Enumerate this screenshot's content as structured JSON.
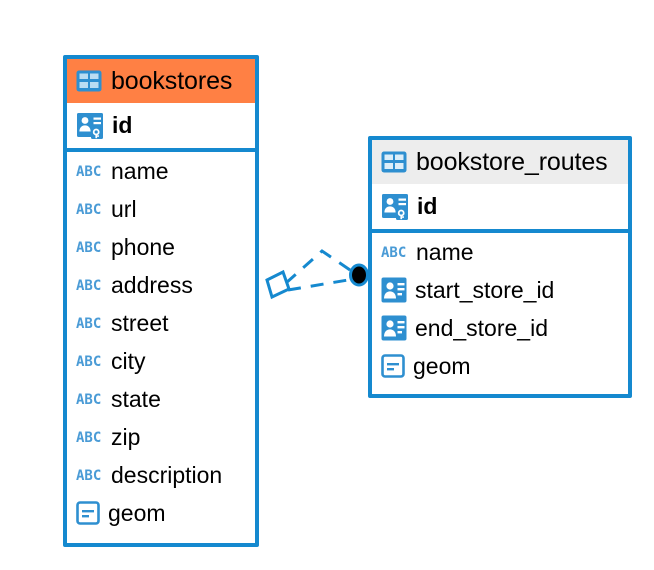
{
  "diagram": {
    "type": "entity-relationship-diagram",
    "background": "#ffffff",
    "colors": {
      "border": "#1589CF",
      "header_accent": "#FF8044",
      "header_neutral": "#EDEDED",
      "icon_blue": "#2E8FD0",
      "abc_blue": "#4A9BD6",
      "text": "#000000",
      "connector": "#1589CF",
      "endpoint_fill": "#000000"
    },
    "entities": [
      {
        "name": "bookstores",
        "header_style": "accent",
        "header_icon": "table-icon",
        "primary_key": {
          "label": "id",
          "icon": "primary-key-icon"
        },
        "fields": [
          {
            "label": "name",
            "icon": "abc-text-icon",
            "type": "text"
          },
          {
            "label": "url",
            "icon": "abc-text-icon",
            "type": "text"
          },
          {
            "label": "phone",
            "icon": "abc-text-icon",
            "type": "text"
          },
          {
            "label": "address",
            "icon": "abc-text-icon",
            "type": "text"
          },
          {
            "label": "street",
            "icon": "abc-text-icon",
            "type": "text"
          },
          {
            "label": "city",
            "icon": "abc-text-icon",
            "type": "text"
          },
          {
            "label": "state",
            "icon": "abc-text-icon",
            "type": "text"
          },
          {
            "label": "zip",
            "icon": "abc-text-icon",
            "type": "text"
          },
          {
            "label": "description",
            "icon": "abc-text-icon",
            "type": "text"
          },
          {
            "label": "geom",
            "icon": "geometry-icon",
            "type": "geometry"
          }
        ]
      },
      {
        "name": "bookstore_routes",
        "header_style": "neutral",
        "header_icon": "table-icon",
        "primary_key": {
          "label": "id",
          "icon": "primary-key-icon"
        },
        "fields": [
          {
            "label": "name",
            "icon": "abc-text-icon",
            "type": "text"
          },
          {
            "label": "start_store_id",
            "icon": "foreign-key-icon",
            "type": "foreign-key"
          },
          {
            "label": "end_store_id",
            "icon": "foreign-key-icon",
            "type": "foreign-key"
          },
          {
            "label": "geom",
            "icon": "geometry-icon",
            "type": "geometry"
          }
        ]
      }
    ],
    "relationship": {
      "from_entity": "bookstores",
      "to_entity": "bookstore_routes",
      "line_style": "dashed",
      "source_marker": "diamond-outline",
      "target_marker": "filled-circle"
    }
  }
}
